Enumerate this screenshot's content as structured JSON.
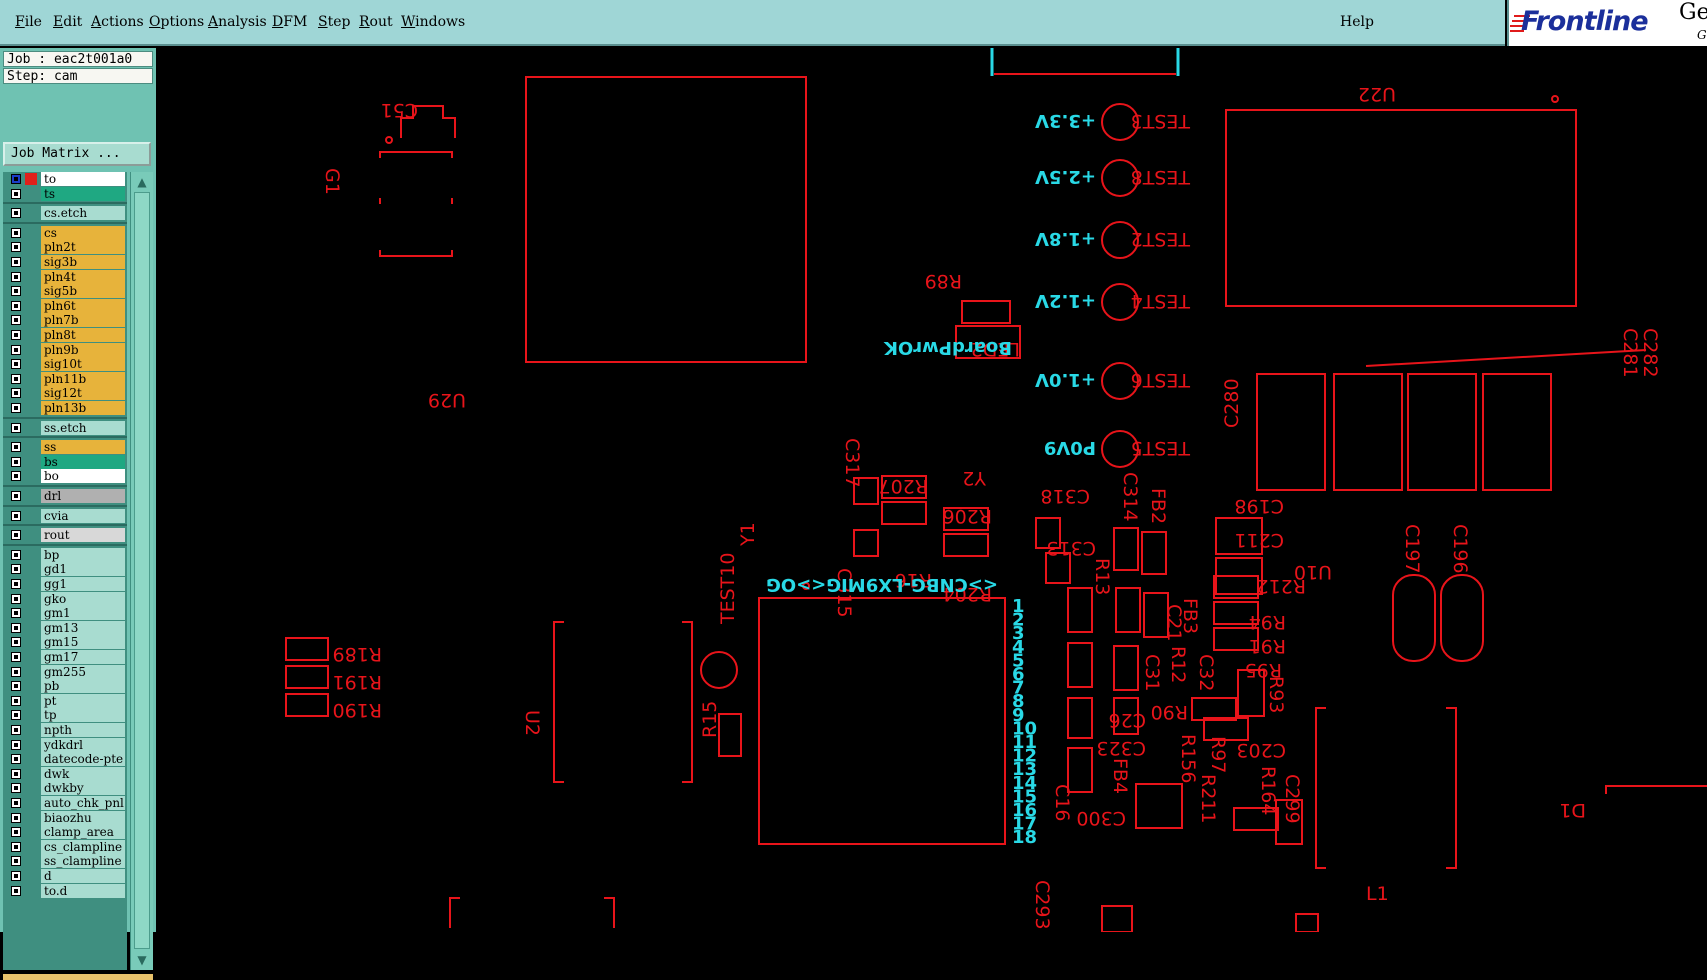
{
  "menu": {
    "items": [
      "File",
      "Edit",
      "Actions",
      "Options",
      "Analysis",
      "DFM",
      "Step",
      "Rout",
      "Windows"
    ],
    "help": "Help"
  },
  "logo": {
    "brand": "Frontline",
    "partial1": "Ge",
    "partial2": "G"
  },
  "panel": {
    "job": "Job : eac2t001a0",
    "step": "Step: cam",
    "job_matrix": "Job Matrix ...",
    "layers": [
      {
        "name": "to",
        "color": "#ffffff"
      },
      {
        "name": "ts",
        "color": "#1fa882"
      },
      {
        "name": "cs.etch",
        "color": "#a8dcd0"
      },
      {
        "name": "cs",
        "color": "#e7b33b"
      },
      {
        "name": "pln2t",
        "color": "#e7b33b"
      },
      {
        "name": "sig3b",
        "color": "#e7b33b"
      },
      {
        "name": "pln4t",
        "color": "#e7b33b"
      },
      {
        "name": "sig5b",
        "color": "#e7b33b"
      },
      {
        "name": "pln6t",
        "color": "#e7b33b"
      },
      {
        "name": "pln7b",
        "color": "#e7b33b"
      },
      {
        "name": "pln8t",
        "color": "#e7b33b"
      },
      {
        "name": "pln9b",
        "color": "#e7b33b"
      },
      {
        "name": "sig10t",
        "color": "#e7b33b"
      },
      {
        "name": "pln11b",
        "color": "#e7b33b"
      },
      {
        "name": "sig12t",
        "color": "#e7b33b"
      },
      {
        "name": "pln13b",
        "color": "#e7b33b"
      },
      {
        "name": "ss.etch",
        "color": "#a8dcd0"
      },
      {
        "name": "ss",
        "color": "#e7b33b"
      },
      {
        "name": "bs",
        "color": "#1fa882"
      },
      {
        "name": "bo",
        "color": "#ffffff"
      },
      {
        "name": "drl",
        "color": "#b0b0b0"
      },
      {
        "name": "cvia",
        "color": "#a8dcd0"
      },
      {
        "name": "rout",
        "color": "#d8d8d8"
      },
      {
        "name": "bp",
        "color": "#a8dcd0"
      },
      {
        "name": "gd1",
        "color": "#a8dcd0"
      },
      {
        "name": "gg1",
        "color": "#a8dcd0"
      },
      {
        "name": "gko",
        "color": "#a8dcd0"
      },
      {
        "name": "gm1",
        "color": "#a8dcd0"
      },
      {
        "name": "gm13",
        "color": "#a8dcd0"
      },
      {
        "name": "gm15",
        "color": "#a8dcd0"
      },
      {
        "name": "gm17",
        "color": "#a8dcd0"
      },
      {
        "name": "gm255",
        "color": "#a8dcd0"
      },
      {
        "name": "pb",
        "color": "#a8dcd0"
      },
      {
        "name": "pt",
        "color": "#a8dcd0"
      },
      {
        "name": "tp",
        "color": "#a8dcd0"
      },
      {
        "name": "npth",
        "color": "#a8dcd0"
      },
      {
        "name": "ydkdrl",
        "color": "#a8dcd0"
      },
      {
        "name": "datecode-pte",
        "color": "#a8dcd0"
      },
      {
        "name": "dwk",
        "color": "#a8dcd0"
      },
      {
        "name": "dwkby",
        "color": "#a8dcd0"
      },
      {
        "name": "auto_chk_pnl",
        "color": "#a8dcd0"
      },
      {
        "name": "biaozhu",
        "color": "#a8dcd0"
      },
      {
        "name": "clamp_area",
        "color": "#a8dcd0"
      },
      {
        "name": "cs_clampline",
        "color": "#a8dcd0"
      },
      {
        "name": "ss_clampline",
        "color": "#a8dcd0"
      },
      {
        "name": "d",
        "color": "#a8dcd0"
      },
      {
        "name": "to.d",
        "color": "#a8dcd0"
      }
    ]
  },
  "canvas": {
    "ref_labels": [
      "C51",
      "G1",
      "U29",
      "U22",
      "R89",
      "LED2",
      "C317",
      "R207",
      "R206",
      "R204",
      "R16",
      "C315",
      "Y2",
      "Y1",
      "TEST10",
      "R15",
      "U2",
      "R189",
      "R191",
      "R190",
      "C318",
      "C314",
      "FB2",
      "C313",
      "R13",
      "FB3",
      "C21",
      "R12",
      "C32",
      "C31",
      "R90",
      "C26",
      "C323",
      "FB4",
      "C16",
      "C300",
      "R156",
      "R211",
      "C198",
      "C211",
      "U10",
      "R212",
      "R94",
      "R91",
      "R95",
      "R93",
      "C203",
      "R97",
      "R164",
      "C299",
      "C197",
      "C196",
      "C280",
      "C281",
      "C282",
      "L1",
      "D1",
      "C293"
    ],
    "test_points": [
      "TEST3",
      "TEST8",
      "TEST2",
      "TEST4",
      "TEST6",
      "TEST5"
    ],
    "voltage_labels": [
      "+3.3V",
      "+2.5V",
      "+1.8V",
      "+1.2V",
      "+1.0V",
      "P0V9"
    ],
    "board_label": "BoardPwrOK",
    "pin_numbers": [
      "1",
      "2",
      "3",
      "4",
      "5",
      "6",
      "7",
      "8",
      "9",
      "10",
      "11",
      "12",
      "13",
      "14",
      "15",
      "16",
      "17",
      "18"
    ],
    "ic_top_label": "<>CNBG-LX9MIG<>OG"
  },
  "colors": {
    "menubar": "#9fd6d6",
    "panel": "#6fc2b2",
    "trace_red": "#e8141a",
    "silk_cyan": "#29d9e6",
    "layer_orange": "#e7b33b",
    "layer_green": "#1fa882"
  }
}
